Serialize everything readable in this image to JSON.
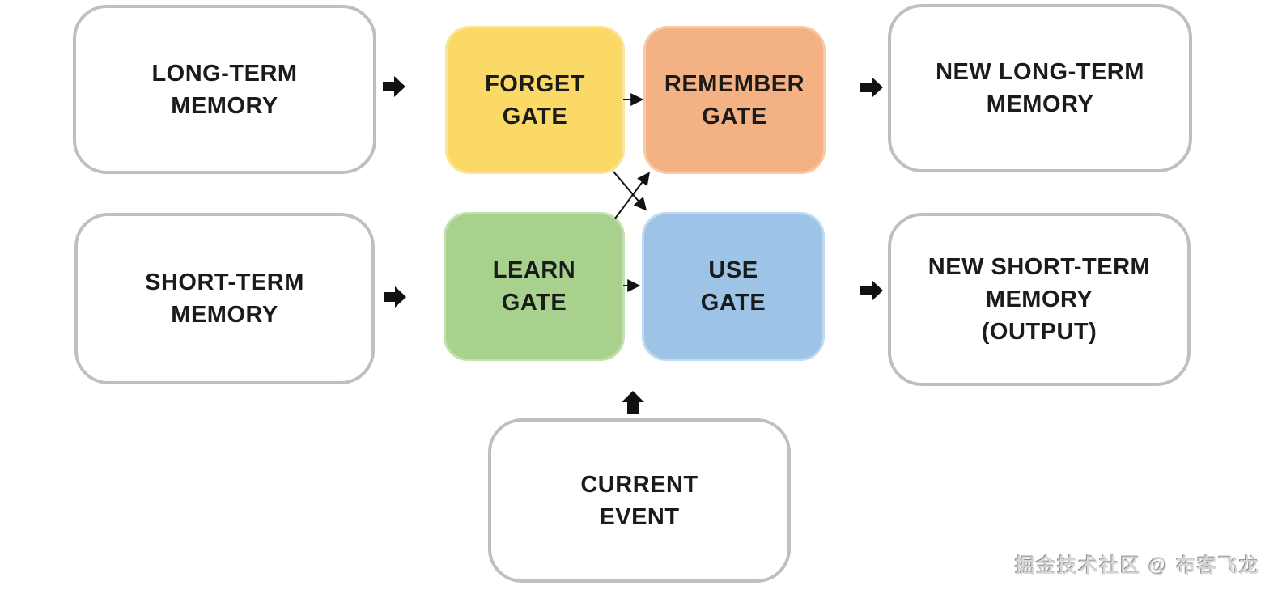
{
  "diagram": {
    "nodes": {
      "long_term_memory": {
        "label": "LONG-TERM\nMEMORY",
        "fill": "#FFFFFF"
      },
      "short_term_memory": {
        "label": "SHORT-TERM\nMEMORY",
        "fill": "#FFFFFF"
      },
      "forget_gate": {
        "label": "FORGET\nGATE",
        "fill": "#FAD966"
      },
      "remember_gate": {
        "label": "REMEMBER\nGATE",
        "fill": "#F4B183"
      },
      "learn_gate": {
        "label": "LEARN\nGATE",
        "fill": "#A9D18E"
      },
      "use_gate": {
        "label": "USE\nGATE",
        "fill": "#9DC3E6"
      },
      "new_long_term_memory": {
        "label": "NEW LONG-TERM\nMEMORY",
        "fill": "#FFFFFF"
      },
      "new_short_term_memory": {
        "label": "NEW SHORT-TERM\nMEMORY\n(OUTPUT)",
        "fill": "#FFFFFF"
      },
      "current_event": {
        "label": "CURRENT\nEVENT",
        "fill": "#FFFFFF"
      }
    },
    "edges": [
      {
        "from": "long_term_memory",
        "to": "forget_gate",
        "style": "block-arrow"
      },
      {
        "from": "short_term_memory",
        "to": "learn_gate",
        "style": "block-arrow"
      },
      {
        "from": "forget_gate",
        "to": "remember_gate",
        "style": "line-arrow"
      },
      {
        "from": "learn_gate",
        "to": "use_gate",
        "style": "line-arrow"
      },
      {
        "from": "forget_gate",
        "to": "use_gate",
        "style": "line-arrow-diagonal"
      },
      {
        "from": "learn_gate",
        "to": "remember_gate",
        "style": "line-arrow-diagonal"
      },
      {
        "from": "remember_gate",
        "to": "new_long_term_memory",
        "style": "block-arrow"
      },
      {
        "from": "use_gate",
        "to": "new_short_term_memory",
        "style": "block-arrow"
      },
      {
        "from": "current_event",
        "to": "learn_gate",
        "style": "block-arrow-up"
      }
    ],
    "colors": {
      "arrow": "#111111",
      "text": "#1b1b1b",
      "box_border": "#BFBFBF",
      "background": "#FFFFFF"
    },
    "watermark": "掘金技术社区 @ 布客飞龙"
  }
}
